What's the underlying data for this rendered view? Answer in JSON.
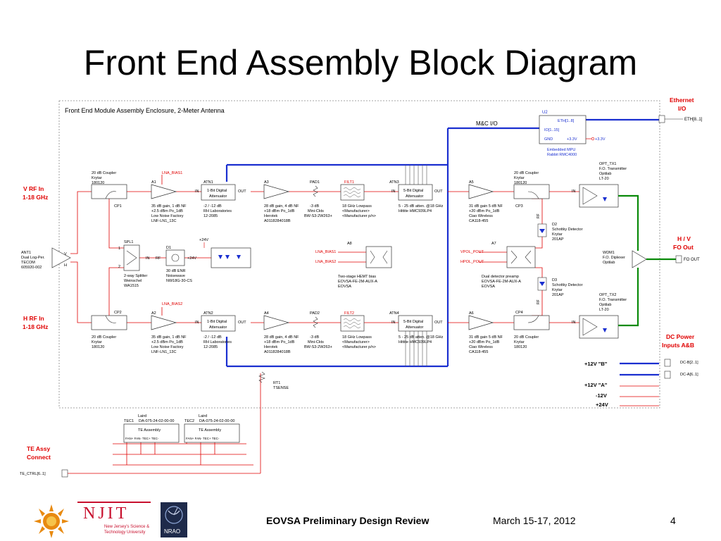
{
  "title": "Front End Assembly Block Diagram",
  "footer": {
    "review": "EOVSA Preliminary Design Review",
    "date": "March 15-17, 2012",
    "page": "4"
  },
  "logos": {
    "njit_name": "NJIT",
    "njit_sub1": "New Jersey's Science &",
    "njit_sub2": "Technology University",
    "nrao": "NRAO"
  },
  "colors": {
    "red": "#e00000",
    "blue": "#1a2fd0",
    "green": "#0a8a0a",
    "dark": "#333333"
  },
  "diagram": {
    "enclosure": "Front End Module Assembly Enclosure, 2-Meter Antenna",
    "mc_io": "M&C I/O",
    "ethernet": [
      "Ethernet",
      "I/O"
    ],
    "eth_out": "ETH[8..1]",
    "mpu": {
      "ref": "U2",
      "eth": "ETH[1..8]",
      "io": "IO[1..15]",
      "gnd": "GND",
      "v33": "+3.3V",
      "v33_ext": "+3.3V",
      "name1": "Embedded MPU",
      "name2": "Rabbit RMC4000"
    },
    "v_rf": [
      "V RF In",
      "1-18 GHz"
    ],
    "h_rf": [
      "H RF In",
      "1-18 GHz"
    ],
    "ant": [
      "ANT1",
      "Dual Log-Per.",
      "TECOM",
      "605920-002"
    ],
    "ant_v": "V",
    "ant_h": "H",
    "cp1": {
      "ref": "CP1",
      "info": [
        "20 dB Coupler",
        "Krytar",
        "180120"
      ]
    },
    "cp2": {
      "ref": "CP2",
      "info": [
        "20 dB Coupler",
        "Krytar",
        "180120"
      ]
    },
    "cp3": {
      "ref": "CP3",
      "info": [
        "20 dB Coupler",
        "Krytar",
        "180120"
      ]
    },
    "cp4": {
      "ref": "CP4",
      "info": [
        "20 dB Coupler",
        "Krytar",
        "180120"
      ]
    },
    "lna_bias1": "LNA_BIAS1",
    "lna_bias2": "LNA_BIAS2",
    "lna_bias1b": "LNA_BIAS1",
    "lna_bias2b": "LNA_BIAS2",
    "a1": {
      "ref": "A1",
      "info": [
        "35 dB gain, 1 dB NF",
        "+2.5 dBm Po_1dB",
        "Low Noise Factory",
        "LNF-LN1_13C"
      ]
    },
    "a2": {
      "ref": "A2",
      "info": [
        "35 dB gain, 1 dB NF",
        "+2.5 dBm Po_1dB",
        "Low Noise Factory",
        "LNF-LN1_13C"
      ]
    },
    "atn1": {
      "ref": "ATN1",
      "name": [
        "1-Bit Digital",
        "Attenuator"
      ],
      "in": "IN",
      "out": "OUT",
      "info": [
        "-2 / -12 dB",
        "RH Laboratories",
        "12-2085"
      ]
    },
    "atn2": {
      "ref": "ATN2",
      "name": [
        "1-Bit Digital",
        "Attenuator"
      ],
      "in": "IN",
      "out": "OUT",
      "info": [
        "-2 / -12 dB",
        "RH Laboratories",
        "12-2085"
      ]
    },
    "a3": {
      "ref": "A3",
      "info": [
        "28 dB gain, 4 dB NF",
        "+18 dBm Po_1dB",
        "Herotek",
        "A0118284018B"
      ]
    },
    "a4": {
      "ref": "A4",
      "info": [
        "28 dB gain, 4 dB NF",
        "+18 dBm Po_1dB",
        "Herotek",
        "A0118284018B"
      ]
    },
    "pad1": {
      "ref": "PAD1",
      "info": [
        "-3 dB",
        "Mini-Ckts",
        "BW-S3-2W263+"
      ]
    },
    "pad2": {
      "ref": "PAD2",
      "info": [
        "-3 dB",
        "Mini-Ckts",
        "BW-S3-2W263+"
      ]
    },
    "filt1": {
      "ref": "FILT1",
      "info": [
        "18 GHz Lowpass",
        "<Manufacturer>",
        "<Manufacturer p/n>"
      ]
    },
    "filt2": {
      "ref": "FILT2",
      "info": [
        "18 GHz Lowpass",
        "<Manufacturer>",
        "<Manufacturer p/n>"
      ]
    },
    "atn3": {
      "ref": "ATN3",
      "name": [
        "5-Bit Digital",
        "Attenuator"
      ],
      "in": "IN",
      "out": "OUT",
      "info": [
        "5 - 25 dB atten. @18 GHz",
        "Hittite  HMC939LP4"
      ]
    },
    "atn4": {
      "ref": "ATN4",
      "name": [
        "5-Bit Digital",
        "Attenuator"
      ],
      "in": "IN",
      "out": "OUT",
      "info": [
        "5 - 25 dB atten. @18 GHz",
        "Hittite  HMC939LP4"
      ]
    },
    "a5": {
      "ref": "A5",
      "info": [
        "31 dB gain 5 dB NF",
        "+20 dBm Po_1dB",
        "Ciao Wireless",
        "CA118-455"
      ]
    },
    "a6": {
      "ref": "A6",
      "info": [
        "31 dB gain 5 dB NF",
        "+20 dBm Po_1dB",
        "Ciao Wireless",
        "CA118-455"
      ]
    },
    "spl1": {
      "ref": "SPL1",
      "p1": "1",
      "p2": "2",
      "in": "IN",
      "rf": "RF",
      "info": [
        "2-way Splitter",
        "Weinschel",
        "WA1515"
      ]
    },
    "d1": {
      "ref": "D1",
      "v24": "+24V",
      "info": [
        "30 dB ENR",
        "Noisewave",
        "NW18G-30-CS"
      ]
    },
    "v24": "+24V",
    "a8": {
      "ref": "A8",
      "info": [
        "Two-stage HEMT bias",
        "EOVSA-FE-2M-AUX-A",
        "EOVSA"
      ]
    },
    "a7": {
      "ref": "A7",
      "info": [
        "Dual detector preamp",
        "EOVSA-FE-2M-AUX-A",
        "EOVSA"
      ]
    },
    "vpol": "VPOL_POUT",
    "hpol": "HPOL_POUT",
    "d2": {
      "ref": "D2",
      "info": [
        "Schottky Detector",
        "Krytar",
        "201AP"
      ]
    },
    "d3": {
      "ref": "D3",
      "info": [
        "Schottky Detector",
        "Krytar",
        "201AP"
      ]
    },
    "rf": "RF",
    "opt_tx1": {
      "ref": "OPT_TX1",
      "info": [
        "F.O. Transmitter",
        "Optilab",
        "LT-20"
      ],
      "in": "IN"
    },
    "opt_tx2": {
      "ref": "OPT_TX2",
      "info": [
        "F.O. Transmitter",
        "Optilab",
        "LT-20"
      ],
      "in": "IN"
    },
    "wdm": {
      "ref": "WDM1",
      "info": [
        "F.O. Diplexer",
        "Optilab"
      ]
    },
    "hv_out": [
      "H / V",
      "FO Out"
    ],
    "fo_out": "FO OUT",
    "dc_power": [
      "DC Power",
      "Inputs A&B"
    ],
    "rails": [
      "+12V \"B\"",
      "+12V \"A\"",
      "-12V",
      "+24V"
    ],
    "dc_b": "DC-B[2..1]",
    "dc_a": "DC-A[6..1]",
    "rt1": [
      "RT1",
      "TSENSE"
    ],
    "tec1": {
      "laird": "Laird",
      "ref": "TEC1",
      "pn": "DA-075-24-02-00-00",
      "name": "TE Assembly",
      "pins": "FAN+  FAN-      TEC+  TEC-"
    },
    "tec2": {
      "laird": "Laird",
      "ref": "TEC2",
      "pn": "DA-075-24-02-00-00",
      "name": "TE Assembly",
      "pins": "FAN+  FAN-      TEC+  TEC-"
    },
    "te_assy": [
      "TE Assy",
      "Connect"
    ],
    "te_ctrl": "TE_CTRL[6..1]"
  }
}
